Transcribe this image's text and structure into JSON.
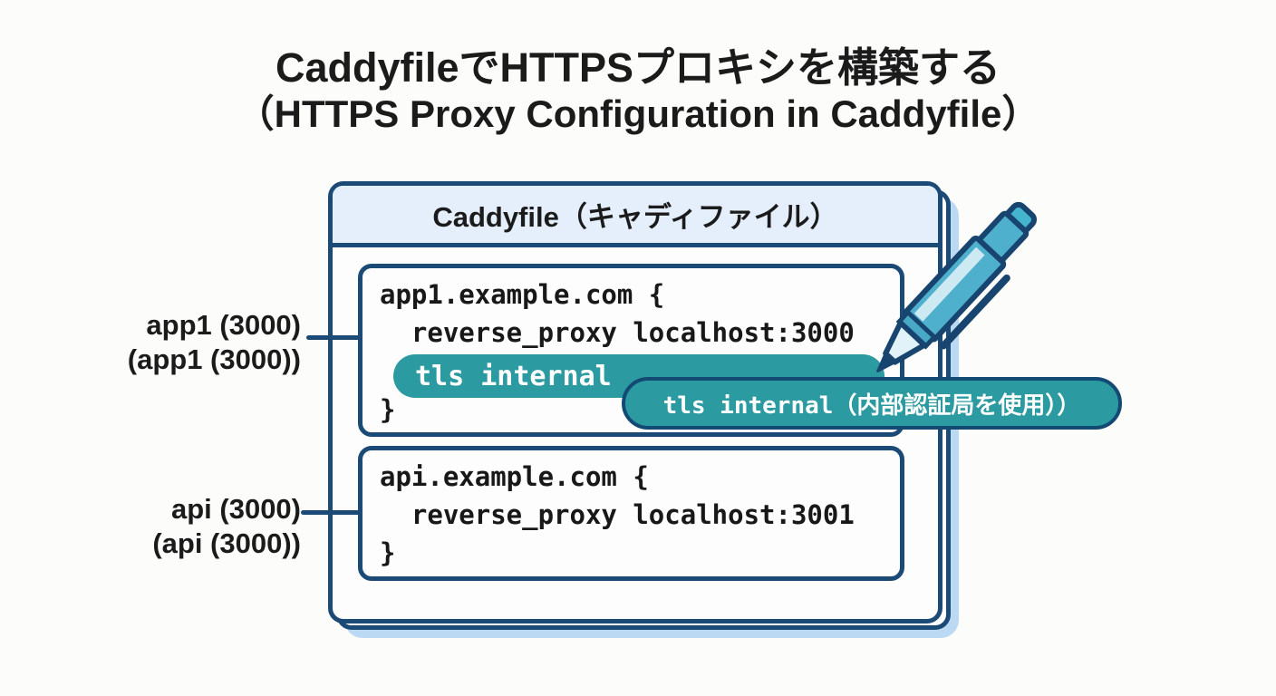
{
  "title": {
    "line1": "CaddyfileでHTTPSプロキシを構築する",
    "line2": "（HTTPS Proxy Configuration in Caddyfile）"
  },
  "caddyfile_card": {
    "header": "Caddyfile（キャディファイル）",
    "site_blocks": [
      {
        "open": "app1.example.com {",
        "directive1": "  reverse_proxy localhost:3000",
        "highlighted_directive": "tls internal",
        "close": "}"
      },
      {
        "open": "api.example.com {",
        "directive1": "  reverse_proxy localhost:3001",
        "close": "}"
      }
    ]
  },
  "callout": {
    "text": "tls internal（内部認証局を使用））"
  },
  "side_labels": [
    {
      "line1": "app1 (3000)",
      "line2": "(app1 (3000))"
    },
    {
      "line1": "api (3000)",
      "line2": "(api (3000))"
    }
  ],
  "icons": {
    "pen": "pen-icon"
  },
  "colors": {
    "navy_border": "#1c4a77",
    "teal_highlight": "#2b9aa1",
    "pen_body_teal": "#4fb0cd",
    "header_background": "#e4effb",
    "stack_shadow_blue": "#bcd9f3",
    "text": "#1b1b1b",
    "code_text_on_teal": "#ffffff"
  }
}
